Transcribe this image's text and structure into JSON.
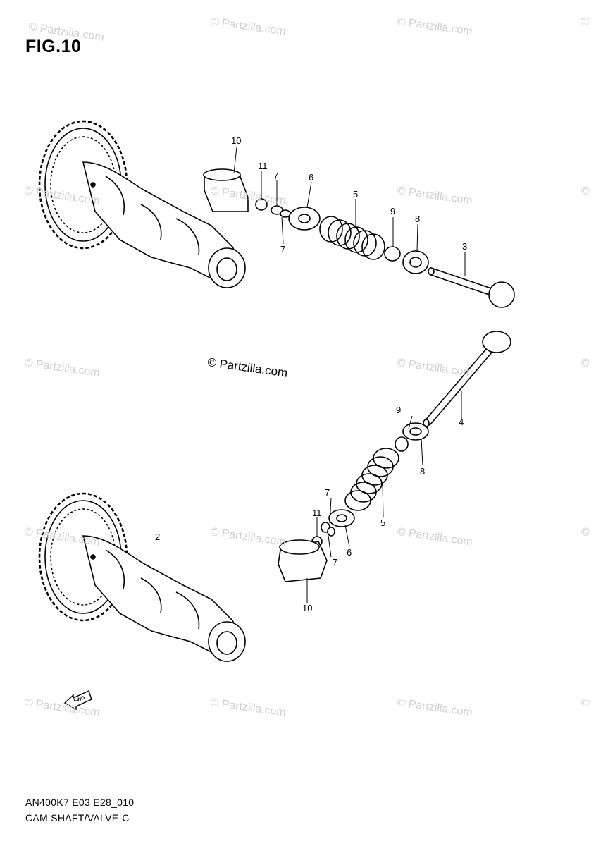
{
  "figure": {
    "title": "FIG.10",
    "credit": "© Partzilla.com",
    "footer_code": "AN400K7 E03 E28_010",
    "footer_name": "CAM SHAFT/VALVE-C"
  },
  "watermark": "© Partzilla.com",
  "watermark_symbol": "©",
  "fwd_label": "FWD",
  "callouts": {
    "top": [
      "10",
      "11",
      "7",
      "7",
      "6",
      "5",
      "9",
      "8",
      "3"
    ],
    "bottom": [
      "4",
      "9",
      "8",
      "5",
      "7",
      "11",
      "6",
      "7",
      "10",
      "2"
    ]
  }
}
